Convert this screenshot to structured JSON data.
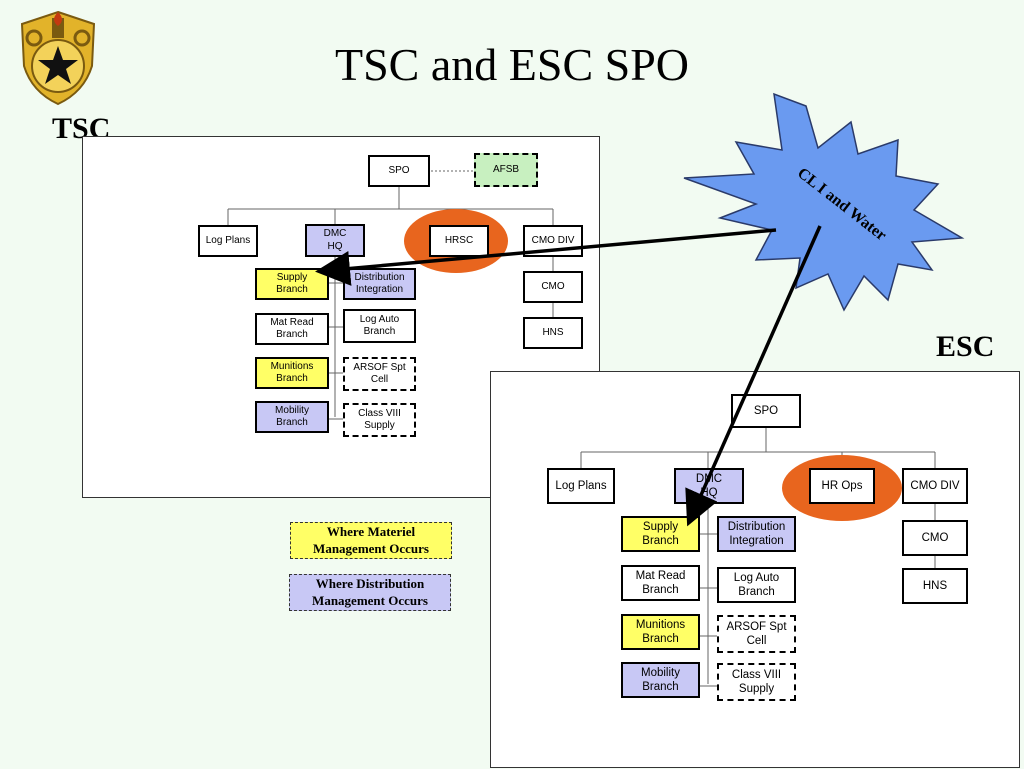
{
  "title": "TSC and ESC SPO",
  "tsc_label": "TSC",
  "esc_label": "ESC",
  "starburst_text": "CL I and Water",
  "colors": {
    "yellow": "#ffff66",
    "purple": "#c8c8f5",
    "orange": "#e8651e",
    "burst": "#6a9af0",
    "background": "#f2fbf2"
  },
  "tsc": {
    "spo": "SPO",
    "afsb": "AFSB",
    "log_plans": "Log Plans",
    "dmc_hq": "DMC\nHQ",
    "hrsc": "HRSC",
    "cmo_div": "CMO DIV",
    "cmo": "CMO",
    "hns": "HNS",
    "supply_branch": "Supply\nBranch",
    "distribution_integration": "Distribution\nIntegration",
    "mat_read_branch": "Mat Read\nBranch",
    "log_auto_branch": "Log Auto\nBranch",
    "munitions_branch": "Munitions\nBranch",
    "arsof_spt_cell": "ARSOF Spt\nCell",
    "mobility_branch": "Mobility\nBranch",
    "class_viii_supply": "Class VIII\nSupply"
  },
  "esc": {
    "spo": "SPO",
    "log_plans": "Log Plans",
    "dmc_hq": "DMC\nHQ",
    "hr_ops": "HR Ops",
    "cmo_div": "CMO DIV",
    "cmo": "CMO",
    "hns": "HNS",
    "supply_branch": "Supply\nBranch",
    "distribution_integration": "Distribution\nIntegration",
    "mat_read_branch": "Mat Read\nBranch",
    "log_auto_branch": "Log Auto\nBranch",
    "munitions_branch": "Munitions\nBranch",
    "arsof_spt_cell": "ARSOF Spt\nCell",
    "mobility_branch": "Mobility\nBranch",
    "class_viii_supply": "Class VIII\nSupply"
  },
  "legend": {
    "materiel": "Where Materiel\nManagement Occurs",
    "distribution": "Where Distribution\nManagement Occurs"
  }
}
